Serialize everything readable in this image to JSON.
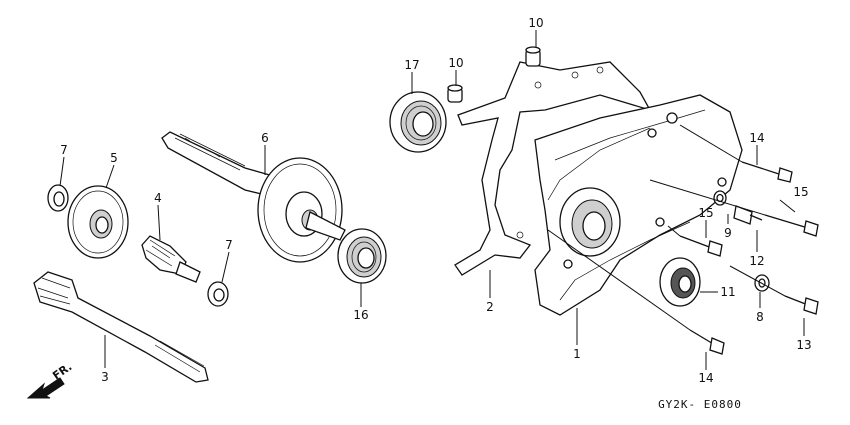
{
  "callouts": {
    "c10a": "10",
    "c10b": "10",
    "c17": "17",
    "c6": "6",
    "c7a": "7",
    "c5": "5",
    "c4": "4",
    "c7b": "7",
    "c3": "3",
    "c16": "16",
    "c2": "2",
    "c1": "1",
    "c14a": "14",
    "c15a": "15",
    "c15b": "15",
    "c9": "9",
    "c12": "12",
    "c11": "11",
    "c8": "8",
    "c13": "13",
    "c14b": "14"
  },
  "direction_label": "FR.",
  "diagram_code": "GY2K- E0800"
}
